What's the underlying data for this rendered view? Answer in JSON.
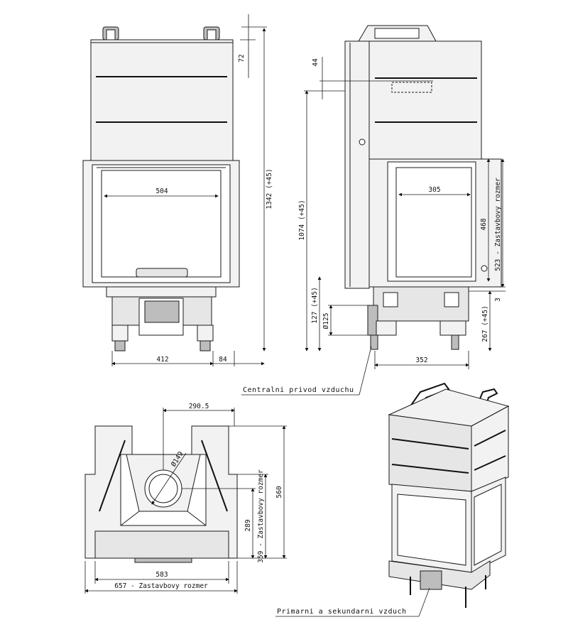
{
  "front_view": {
    "dim_height_total": "1342 (+45)",
    "dim_top": "72",
    "dim_glass_width": "504",
    "dim_base_width": "412",
    "dim_side": "84"
  },
  "side_view": {
    "dim_top_offset": "44",
    "dim_height": "1074 (+45)",
    "dim_glass_width": "305",
    "dim_glass_height": "468",
    "dim_install_height": "523 - Zastavbovy rozmer",
    "dim_small": "3",
    "dim_leg_height": "267 (+45)",
    "dim_air_height": "127 (+45)",
    "dim_air_diameter": "Ø125",
    "dim_depth": "352",
    "label_central_air": "Centralni privod vzduchu"
  },
  "top_view": {
    "dim_offset": "290.5",
    "dim_flue_diameter": "Ø149",
    "dim_depth": "560",
    "dim_flue_offset": "289",
    "dim_install_depth": "359 - Zastavbovy rozmer",
    "dim_width": "583",
    "dim_install_width": "657 - Zastavbovy rozmer"
  },
  "iso_view": {
    "label_primary_secondary_air": "Primarni a sekundarni vzduch"
  }
}
